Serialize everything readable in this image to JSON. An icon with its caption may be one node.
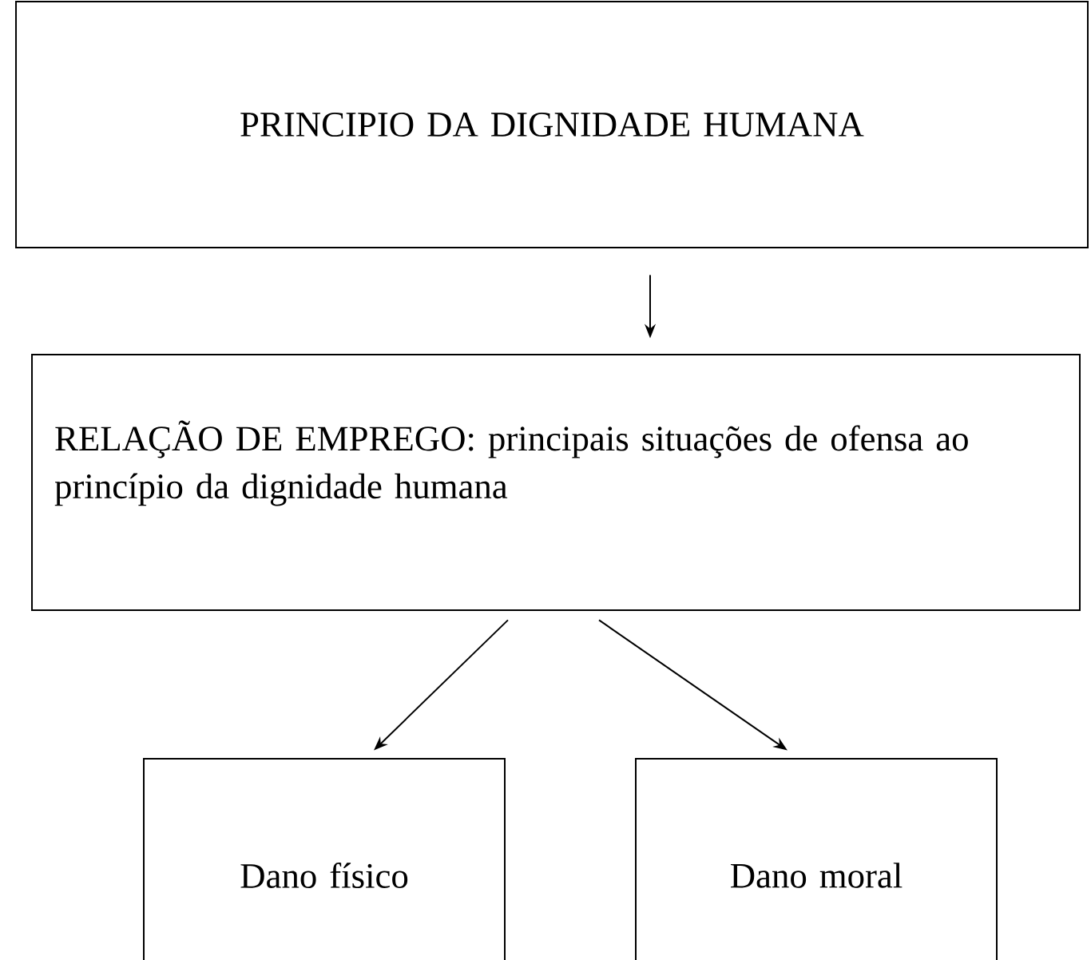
{
  "diagram": {
    "nodes": [
      {
        "text": [
          "PRINCIPIO DA DIGNIDADE HUMANA"
        ]
      },
      {
        "text": [
          "RELAÇÃO DE EMPREGO: principais situações de ofensa ao princípio da dignidade humana"
        ]
      },
      {
        "text": [
          "Dano físico"
        ]
      },
      {
        "text": [
          "Dano moral"
        ]
      }
    ],
    "edges": [
      {
        "from": 0,
        "to": 1,
        "arrow": "to"
      },
      {
        "from": 1,
        "to": 2,
        "arrow": "to"
      },
      {
        "from": 1,
        "to": 3,
        "arrow": "to"
      }
    ]
  }
}
